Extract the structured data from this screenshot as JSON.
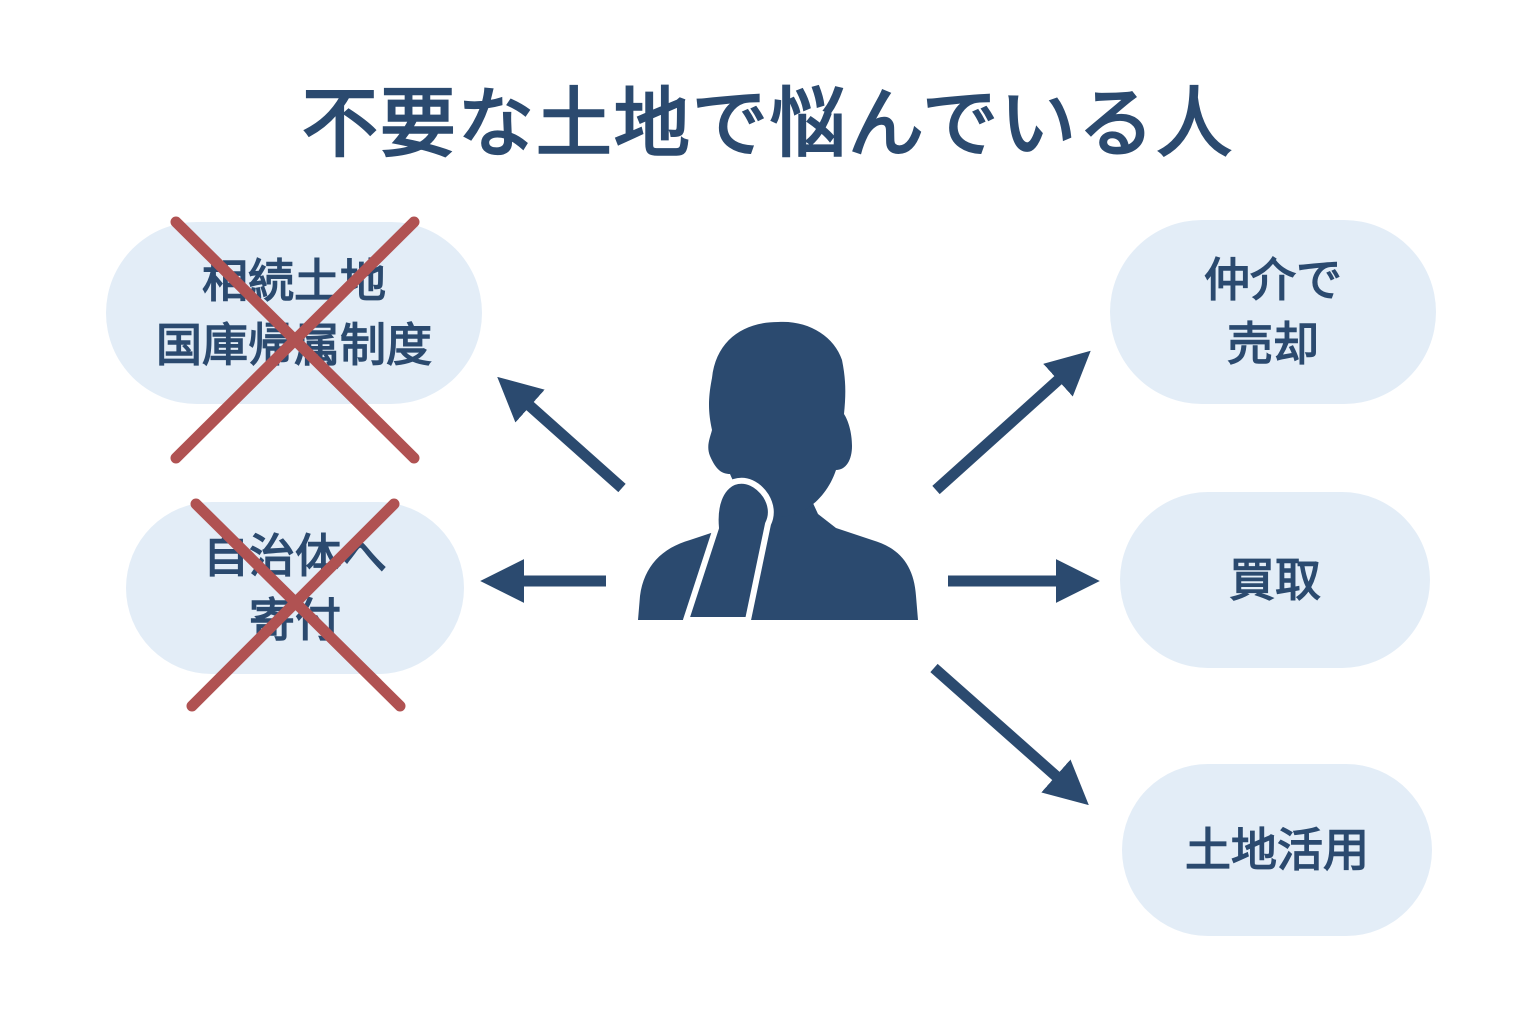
{
  "title": "不要な土地で悩んでいる人",
  "colors": {
    "primary": "#2b4a6f",
    "pill": "#e3edf7",
    "cross": "#b05252"
  },
  "rejected_options": [
    {
      "label": "相続土地\n国庫帰属制度",
      "icon": "cross-mark"
    },
    {
      "label": "自治体へ\n寄付",
      "icon": "cross-mark"
    }
  ],
  "options": [
    {
      "label": "仲介で\n売却"
    },
    {
      "label": "買取"
    },
    {
      "label": "土地活用"
    }
  ],
  "center_icon": "worried-person-icon"
}
